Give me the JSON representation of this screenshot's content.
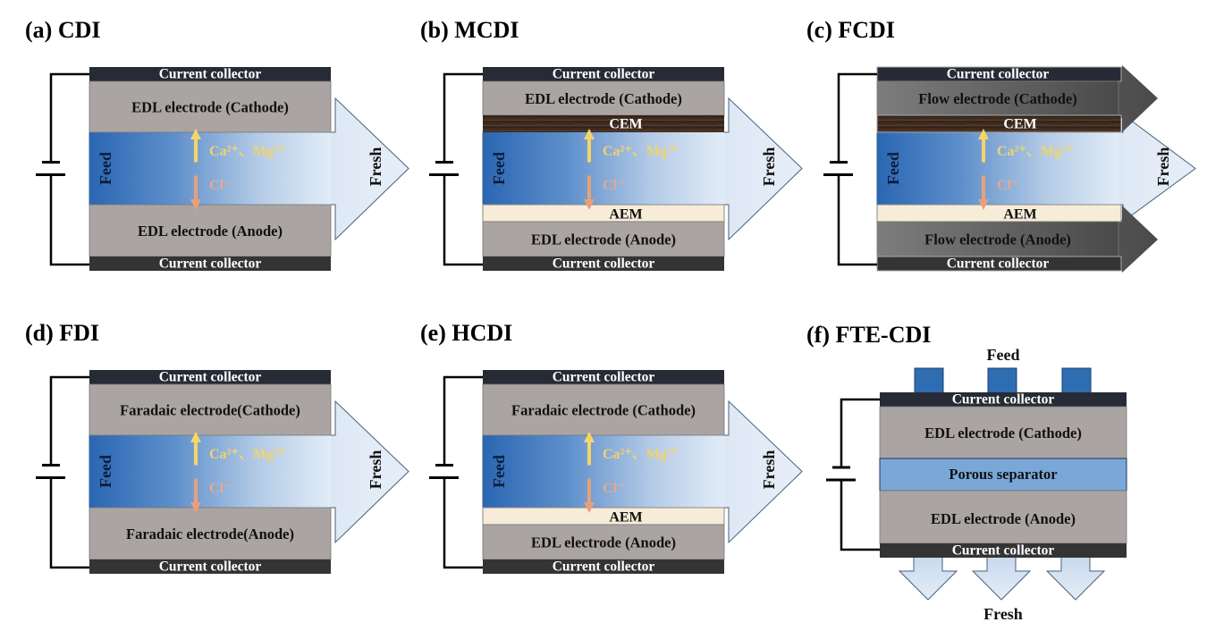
{
  "figure": {
    "panels": [
      {
        "id": "a",
        "title": "(a)  CDI",
        "type": "cdi",
        "top_collector": "Current collector",
        "top_electrode": "EDL electrode (Cathode)",
        "top_membrane": null,
        "bottom_membrane": null,
        "bottom_electrode": "EDL electrode (Anode)",
        "bottom_collector": "Current collector",
        "inlet": "Feed",
        "outlet": "Fresh",
        "cations": "Ca²⁺、Mg²⁺",
        "anions": "Cl⁻"
      },
      {
        "id": "b",
        "title": "(b)  MCDI",
        "type": "mcdi",
        "top_collector": "Current collector",
        "top_electrode": "EDL electrode (Cathode)",
        "top_membrane": "CEM",
        "bottom_membrane": "AEM",
        "bottom_electrode": "EDL electrode (Anode)",
        "bottom_collector": "Current collector",
        "inlet": "Feed",
        "outlet": "Fresh",
        "cations": "Ca²⁺、Mg²⁺",
        "anions": "Cl⁻"
      },
      {
        "id": "c",
        "title": "(c)  FCDI",
        "type": "fcdi",
        "top_collector": "Current collector",
        "top_electrode": "Flow electrode (Cathode)",
        "top_membrane": "CEM",
        "bottom_membrane": "AEM",
        "bottom_electrode": "Flow electrode (Anode)",
        "bottom_collector": "Current collector",
        "inlet": "Feed",
        "outlet": "Fresh",
        "cations": "Ca²⁺、Mg²⁺",
        "anions": "Cl⁻"
      },
      {
        "id": "d",
        "title": "(d)  FDI",
        "type": "fdi",
        "top_collector": "Current collector",
        "top_electrode": "Faradaic electrode(Cathode)",
        "top_membrane": null,
        "bottom_membrane": null,
        "bottom_electrode": "Faradaic electrode(Anode)",
        "bottom_collector": "Current collector",
        "inlet": "Feed",
        "outlet": "Fresh",
        "cations": "Ca²⁺、Mg²⁺",
        "anions": "Cl⁻"
      },
      {
        "id": "e",
        "title": "(e)  HCDI",
        "type": "hcdi",
        "top_collector": "Current collector",
        "top_electrode": "Faradaic electrode (Cathode)",
        "top_membrane": null,
        "bottom_membrane": "AEM",
        "bottom_electrode": "EDL electrode (Anode)",
        "bottom_collector": "Current collector",
        "inlet": "Feed",
        "outlet": "Fresh",
        "cations": "Ca²⁺、Mg²⁺",
        "anions": "Cl⁻"
      },
      {
        "id": "f",
        "title": "(f)  FTE-CDI",
        "type": "ftecdi",
        "top_collector": "Current collector",
        "top_electrode": "EDL electrode (Cathode)",
        "separator": "Porous separator",
        "bottom_electrode": "EDL electrode (Anode)",
        "bottom_collector": "Current collector",
        "inlet": "Feed",
        "outlet": "Fresh"
      }
    ],
    "colors": {
      "collector": "#262b36",
      "collector_bottom": "#343434",
      "electrode": "#aaa5a3",
      "flow_electrode": "#6b6b6b",
      "cem": "#3d2a1e",
      "aem": "#f7ecd8",
      "feed_dark": "#2e6bb5",
      "fresh_light": "#dde9f5",
      "separator": "#79a8d8",
      "cation_arrow": "#f5d569",
      "anion_arrow": "#e8a07a"
    }
  }
}
